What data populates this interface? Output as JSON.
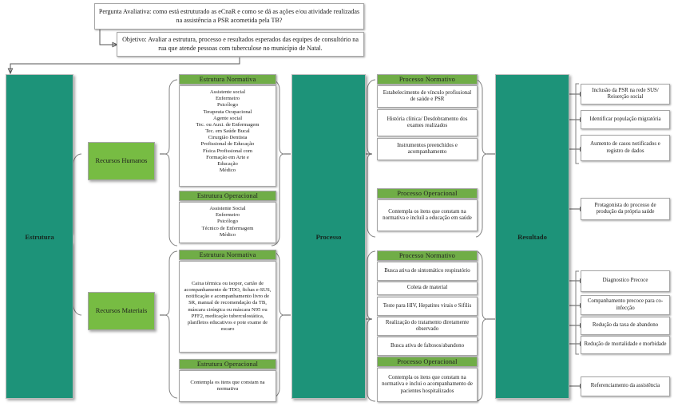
{
  "top": {
    "question": "Pergunta Avaliativa: como está estruturado as eCnaR e como se dá as ações e/ou atividade realizadas na assistência a PSR acometida pela TB?",
    "objective": "Objetivo: Avaliar a estrutura, processo e resultados esperados das equipes de consultório na rua que atende pessoas com tuberculose no município de Natal."
  },
  "pillars": {
    "estrutura": "Estrutura",
    "processo": "Processo",
    "resultado": "Resultado"
  },
  "resources": {
    "humanos": "Recursos Humanos",
    "materiais": "Recursos Materiais"
  },
  "headers": {
    "estrutura_normativa": "Estrutura Normativa",
    "estrutura_operacional": "Estrutura Operacional",
    "processo_normativo": "Processo Normativo",
    "processo_operacional": "Processo Operacional"
  },
  "estrutura": {
    "rh_normativa_items": "Assistente social\nEnfermeiro\nPsicólogo\nTerapeuta Ocupacional\nAgente social\nTec. ou Auxi. de Enfermagem\nTec. em Saúde Bucal\nCirurgião Dentista\nProfissional de Educação\nFísica Profissional com\nFormação em Arte e\nEducação\nMédico",
    "rh_operacional_items": "Assistente Social\nEnfermeiro\nPsicólogo\nTécnico de Enfermagem\nMédico",
    "rm_normativa_items": "Caixa térmica ou isopor, cartão de acompanhamento de TDO, fichas e-SUS, notificação e acompanhamento livro de SR, manual de recomendação da TB, máscara cirúrgica ou máscara N95 ou PFF2, medicação tuberculostática, planfletos educativos e pote exame de escaro",
    "rm_operacional_items": "Contempla os itens que constam na normativa"
  },
  "processo": {
    "normativo_top": [
      "Estabelecimento de vínculo profissional de saúde e PSR",
      "História clínica/ Desdobramento dos exames realizados",
      "Instrumentos preenchidos e acompanhamento"
    ],
    "operacional_top": "Contempla os itens que constam na normativa e incluil a educação em saúde",
    "normativo_bottom": [
      "Busca ativa de sintomático respiratório",
      "Coleta de material",
      "Teste para HIV, Hepatites virais e Sifilis",
      "Realização do tratamento diretamente observado",
      "Busca ativa de faltosos/abandono"
    ],
    "operacional_bottom": "Contempla os itens que constam na normativa e inclui o acompanhamento de pacientes hospitalizados"
  },
  "resultado": {
    "group1": [
      "Inclusão da PSR na rede SUS/ Reiserção social",
      "Identificar população migratória",
      "Aumento de casos notificados e registro de dados"
    ],
    "single1": "Protagonista do processo de produção da própria saúde",
    "group2": [
      "Diagnostico Precoce",
      "Companhamento precoce para co-infecção",
      "Redução da taxa de abandono",
      "Redução de mortalidade e morbidade"
    ],
    "single2": "Referenciamento da assistência"
  },
  "colors": {
    "teal": "#1d9379",
    "green_header": "#70ad47",
    "light_green": "#77bc43",
    "box_border": "#a6a6a6"
  }
}
